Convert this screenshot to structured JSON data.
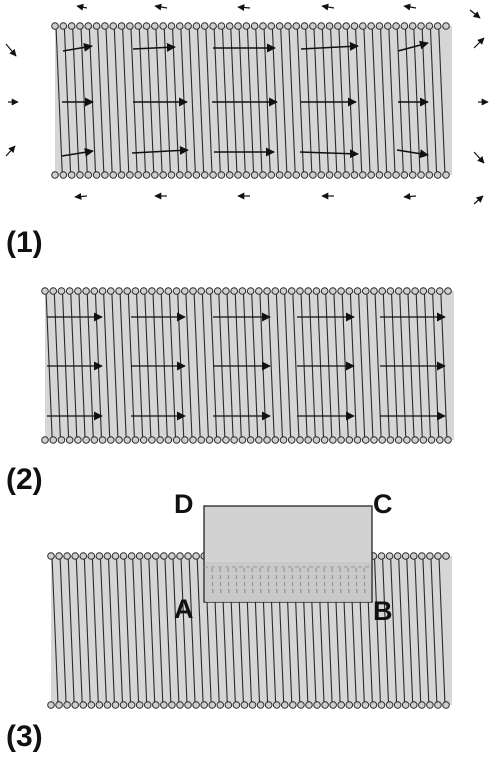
{
  "panels": [
    {
      "label": "(1)"
    },
    {
      "label": "(2)"
    },
    {
      "label": "(3)"
    }
  ],
  "loop_points": {
    "a": "A",
    "b": "B",
    "c": "C",
    "d": "D"
  },
  "colors": {
    "solenoid_fill": "#d6d6d6",
    "coil_stroke": "#2a2a2a",
    "arrow": "#111111",
    "loop_fill": "#d2d2d2",
    "loop_stroke": "#222222"
  }
}
